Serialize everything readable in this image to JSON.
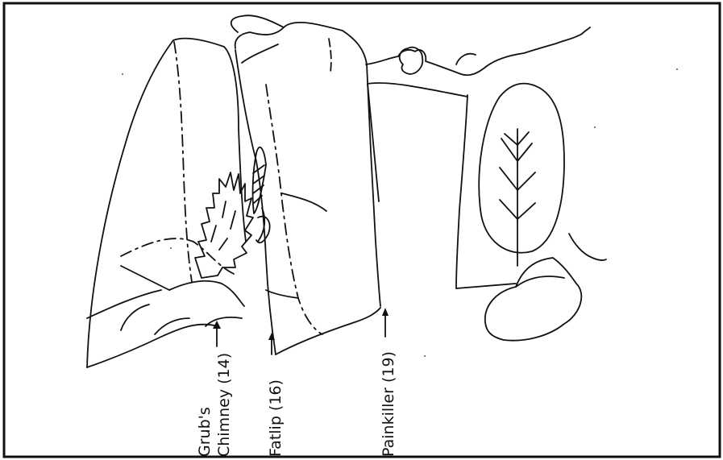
{
  "topo": {
    "routes": [
      {
        "id": "grubs-chimney",
        "line1": "Grub's",
        "line2": "Chimney (14)"
      },
      {
        "id": "fatlip",
        "line1": "Fatlip (16)"
      },
      {
        "id": "painkiller",
        "line1": "Painkiller (19)"
      }
    ]
  }
}
